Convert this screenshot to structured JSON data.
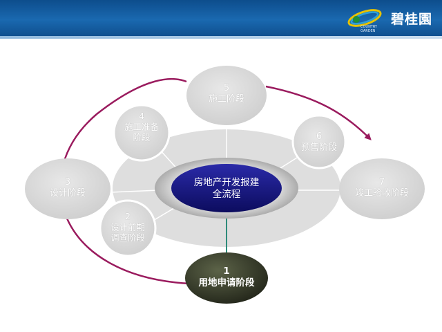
{
  "header": {
    "logo_text": "碧桂園",
    "logo_sub": "COUNTRY GARDEN"
  },
  "center": {
    "line1": "房地产开发报建",
    "line2": "全流程"
  },
  "stages": [
    {
      "num": "1",
      "name": "用地申请阶段",
      "active": true
    },
    {
      "num": "2",
      "name": "设计前期",
      "name2": "调查阶段"
    },
    {
      "num": "3",
      "name": "设计阶段"
    },
    {
      "num": "4",
      "name": "施工准备",
      "name2": "阶段"
    },
    {
      "num": "5",
      "name": "施工阶段"
    },
    {
      "num": "6",
      "name": "预售阶段"
    },
    {
      "num": "7",
      "name": "竣工验收阶段"
    }
  ],
  "colors": {
    "header": "#1a69b0",
    "arrow": "#9a1b5e",
    "connector_active": "#2e8b7a",
    "center": "#1a1a8a",
    "active_node": "#3d4230",
    "node": "#d9d9d9"
  }
}
